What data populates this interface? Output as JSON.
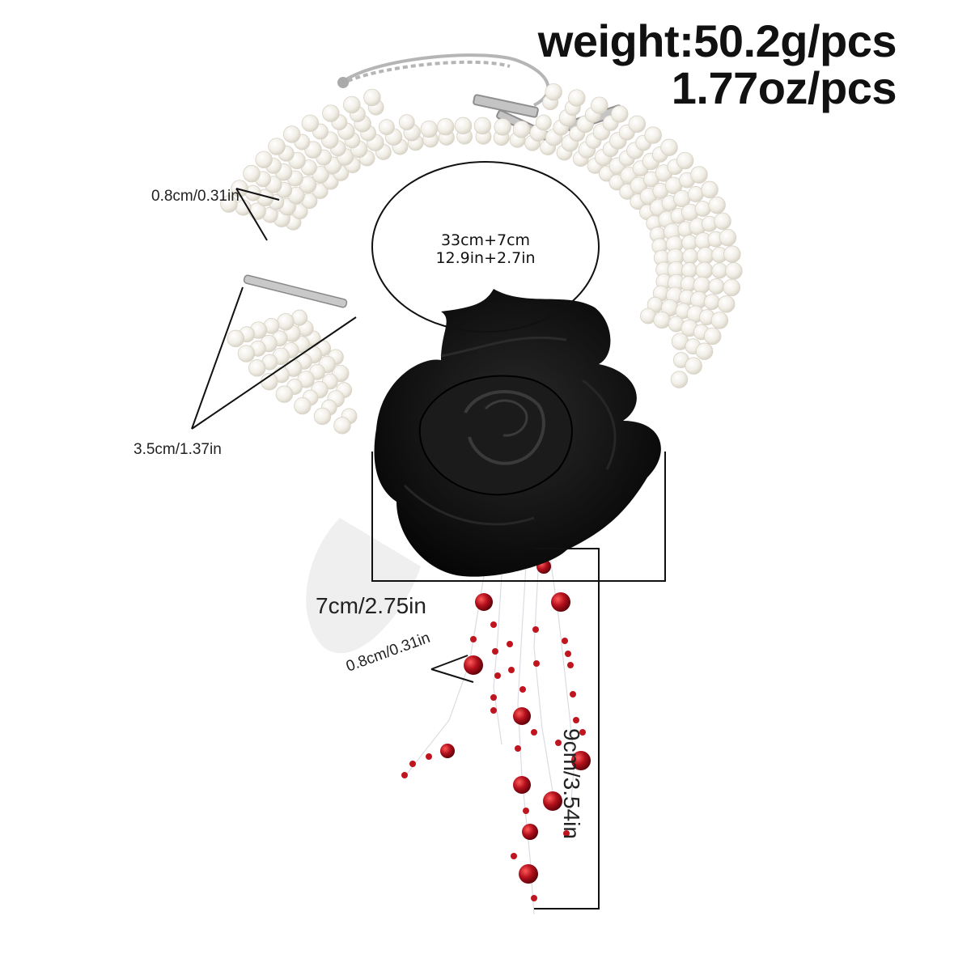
{
  "weight": {
    "line1": "weight:50.2g/pcs",
    "line2": "1.77oz/pcs"
  },
  "dimensions": {
    "pearl_size": "0.8cm/0.31in",
    "band_width": "3.5cm/1.37in",
    "length_line1": "33cm+7cm",
    "length_line2": "12.9in+2.7in",
    "flower_width": "7cm/2.75in",
    "bead_size": "0.8cm/0.31in",
    "tassel_length": "9cm/3.54in"
  },
  "colors": {
    "pearl": "#f4f1ea",
    "rose": "#0d0d0d",
    "bead": "#b0101c",
    "line": "#111111"
  }
}
